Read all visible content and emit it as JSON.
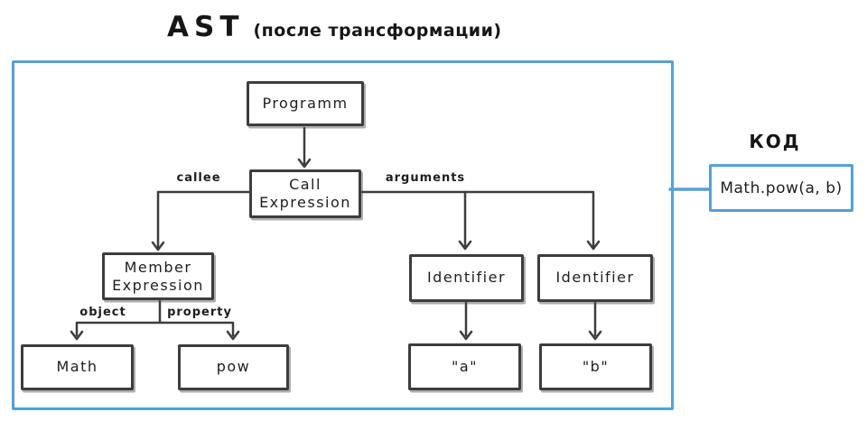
{
  "title": {
    "main": "AST",
    "sub": "(после трансформации)"
  },
  "code_panel": {
    "label": "КОД",
    "code": "Math.pow(a, b)"
  },
  "tree": {
    "nodes": {
      "programm": "Programm",
      "call_expression": "Call Expression",
      "member_expression": "Member Expression",
      "identifier_1": "Identifier",
      "identifier_2": "Identifier",
      "math": "Math",
      "pow": "pow",
      "arg_a": "\"a\"",
      "arg_b": "\"b\""
    },
    "edge_labels": {
      "callee": "callee",
      "arguments": "arguments",
      "object": "object",
      "property": "property"
    }
  },
  "colors": {
    "accent_blue": "#54a0d8",
    "node_border": "#3d3d3d",
    "text": "#1e1e1e"
  }
}
